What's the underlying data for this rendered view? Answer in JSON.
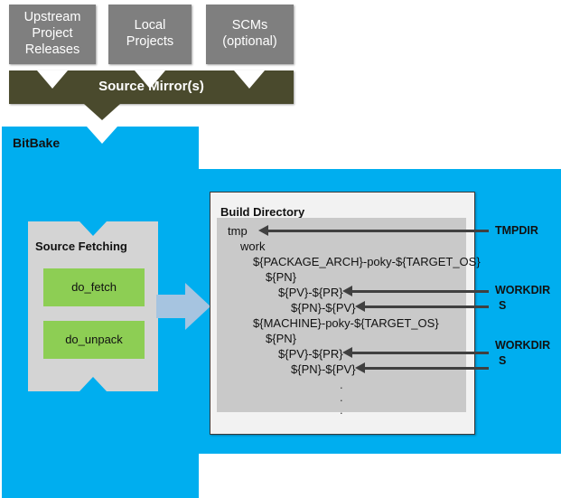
{
  "diagram": {
    "title": "BitBake Source Fetching and Build Directory Layout",
    "colors": {
      "gray_box": "#7f7f7f",
      "olive_bar": "#4a4a2d",
      "bitbake_blue": "#00aeef",
      "task_green": "#8dce54",
      "panel_gray": "#d4d4d4",
      "tree_gray": "#c9c9c9",
      "flow_arrow": "#a6c4e0",
      "pointer": "#404040"
    }
  },
  "sources": [
    {
      "label": "Upstream\nProject\nReleases"
    },
    {
      "label": "Local\nProjects"
    },
    {
      "label": "SCMs\n(optional)"
    }
  ],
  "mirror": {
    "label": "Source Mirror(s)"
  },
  "bitbake": {
    "label": "BitBake"
  },
  "source_fetching": {
    "title": "Source Fetching",
    "tasks": [
      {
        "label": "do_fetch"
      },
      {
        "label": "do_unpack"
      }
    ]
  },
  "build_directory": {
    "title": "Build Directory",
    "tree": [
      {
        "text": "tmp",
        "indent": 0
      },
      {
        "text": "work",
        "indent": 1
      },
      {
        "text": "${PACKAGE_ARCH}-poky-${TARGET_OS}",
        "indent": 2
      },
      {
        "text": "${PN}",
        "indent": 3
      },
      {
        "text": "${PV}-${PR}",
        "indent": 4
      },
      {
        "text": "${PN}-${PV}",
        "indent": 5
      },
      {
        "text": "${MACHINE}-poky-${TARGET_OS}",
        "indent": 2
      },
      {
        "text": "${PN}",
        "indent": 3
      },
      {
        "text": "${PV}-${PR}",
        "indent": 4
      },
      {
        "text": "${PN}-${PV}",
        "indent": 5
      }
    ],
    "ellipsis": [
      ".",
      ".",
      "."
    ]
  },
  "variable_labels": [
    {
      "name": "TMPDIR",
      "target": "tmp"
    },
    {
      "name": "WORKDIR",
      "target": "${PV}-${PR} (package arch)"
    },
    {
      "name": "S",
      "target": "${PN}-${PV} (package arch)"
    },
    {
      "name": "WORKDIR",
      "target": "${PV}-${PR} (machine)"
    },
    {
      "name": "S",
      "target": "${PN}-${PV} (machine)"
    }
  ]
}
